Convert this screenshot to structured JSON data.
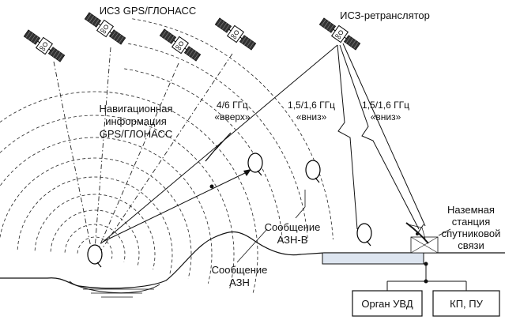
{
  "labels": {
    "gnss_sats": "ИСЗ GPS/ГЛОНАСС",
    "relay_sat": "ИСЗ-ретранслятор",
    "nav_info": [
      "Навигационная",
      "информация",
      "GPS/ГЛОНАСС"
    ],
    "uplink": [
      "4/6 ГГц",
      "«вверх»"
    ],
    "downlink_1": [
      "1,5/1,6 ГГц",
      "«вниз»"
    ],
    "downlink_2": [
      "1,5/1,6 ГГц",
      "«вниз»"
    ],
    "msg_adsb": [
      "Сообщение",
      "АЗН"
    ],
    "msg_adsb_b": [
      "Сообщение",
      "АЗН-В"
    ],
    "ground_station": [
      "Наземная",
      "станция",
      "спутниковой",
      "связи"
    ]
  },
  "boxes": {
    "atc": "Орган УВД",
    "cp": "КП, ПУ"
  },
  "icons": {
    "satellite": "satellite-icon",
    "aircraft": "aircraft-icon",
    "antenna": "dish-antenna-icon"
  },
  "colors": {
    "line": "#111111",
    "background": "#ffffff",
    "station_fill": "#dde5f0"
  }
}
